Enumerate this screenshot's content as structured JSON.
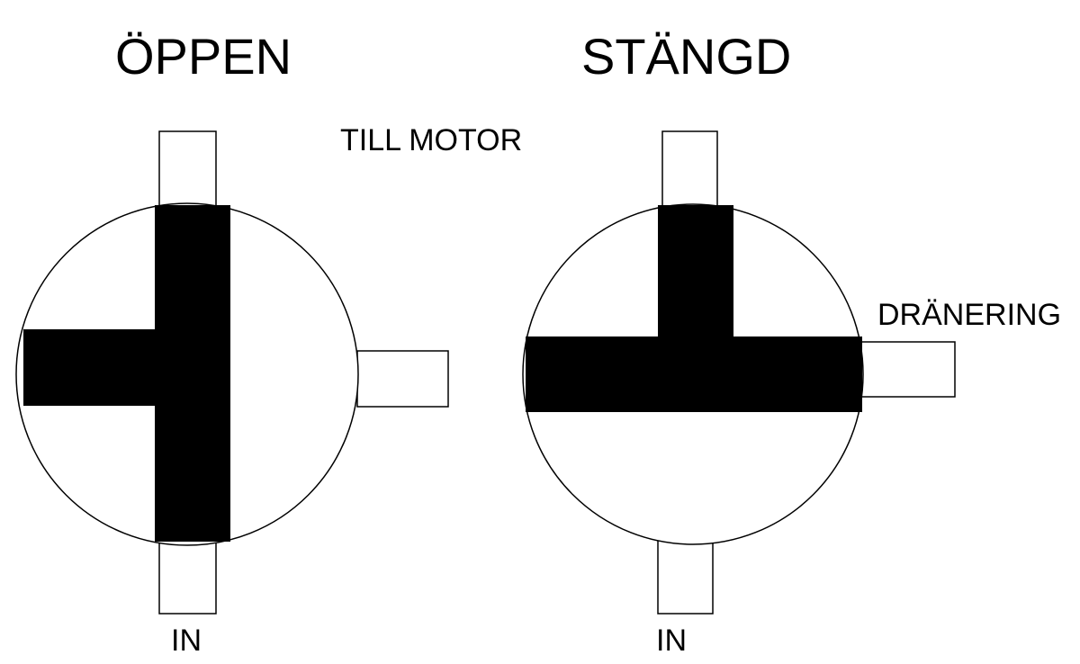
{
  "diagram": {
    "open": {
      "title": "ÖPPEN",
      "top_label": "TILL MOTOR",
      "bottom_label": "IN"
    },
    "closed": {
      "title": "STÄNGD",
      "side_label": "DRÄNERING",
      "bottom_label": "IN"
    },
    "colors": {
      "background": "#ffffff",
      "channel": "#000000",
      "outline": "#000000"
    }
  }
}
